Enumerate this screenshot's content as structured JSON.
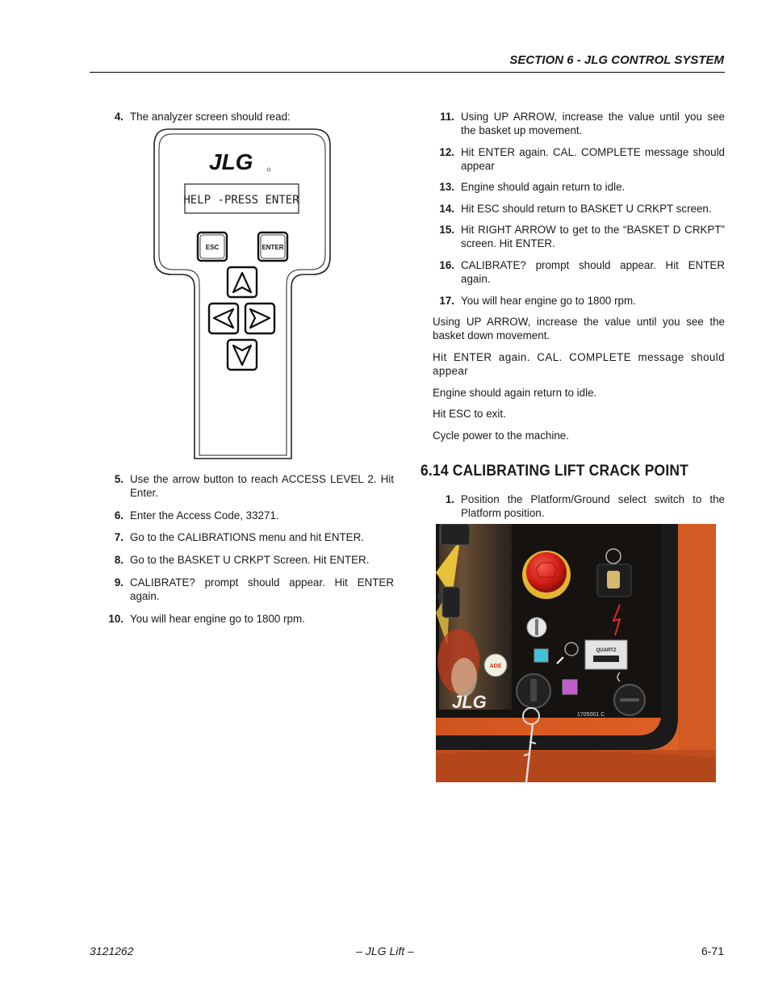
{
  "header": {
    "section": "SECTION 6 - JLG CONTROL SYSTEM"
  },
  "left_steps": [
    {
      "num": "4.",
      "text": "The analyzer screen should read:"
    },
    {
      "num": "5.",
      "text": "Use the arrow button to reach ACCESS LEVEL 2. Hit Enter."
    },
    {
      "num": "6.",
      "text": "Enter the Access Code, 33271."
    },
    {
      "num": "7.",
      "text": "Go to the CALIBRATIONS menu and hit ENTER."
    },
    {
      "num": "8.",
      "text": "Go to the BASKET U CRKPT Screen. Hit ENTER."
    },
    {
      "num": "9.",
      "text": "CALIBRATE? prompt should appear. Hit ENTER again."
    },
    {
      "num": "10.",
      "text": "You will hear engine go to 1800 rpm."
    }
  ],
  "analyzer": {
    "logo": "JLG",
    "screen_text": "HELP -PRESS ENTER",
    "esc_label": "ESC",
    "enter_label": "ENTER"
  },
  "right_steps": [
    {
      "num": "11.",
      "text": "Using UP ARROW, increase the value until you see the basket up movement."
    },
    {
      "num": "12.",
      "text": "Hit ENTER again. CAL. COMPLETE message should appear"
    },
    {
      "num": "13.",
      "text": "Engine should again return to idle."
    },
    {
      "num": "14.",
      "text": "Hit ESC should return to BASKET U CRKPT screen."
    },
    {
      "num": "15.",
      "text": "Hit RIGHT ARROW to get to the “BASKET D CRKPT” screen. Hit ENTER."
    },
    {
      "num": "16.",
      "text": "CALIBRATE? prompt should appear. Hit ENTER again."
    },
    {
      "num": "17.",
      "text": "You will hear engine go to 1800 rpm."
    }
  ],
  "paragraphs": [
    "Using UP ARROW, increase the value until you see the basket down movement.",
    "Hit ENTER again. CAL. COMPLETE message should appear",
    "Engine should again return to idle.",
    "Hit ESC to exit.",
    "Cycle power to the machine."
  ],
  "section_title": "6.14 CALIBRATING LIFT CRACK POINT",
  "section_step": {
    "num": "1.",
    "text": "Position the Platform/Ground select switch to the Platform position."
  },
  "photo": {
    "logo": "JLG",
    "part_number": "1705001 C",
    "meter_label": "QUARTZ",
    "badge": "ADE"
  },
  "footer": {
    "left": "3121262",
    "center": "– JLG Lift –",
    "right": "6-71"
  }
}
